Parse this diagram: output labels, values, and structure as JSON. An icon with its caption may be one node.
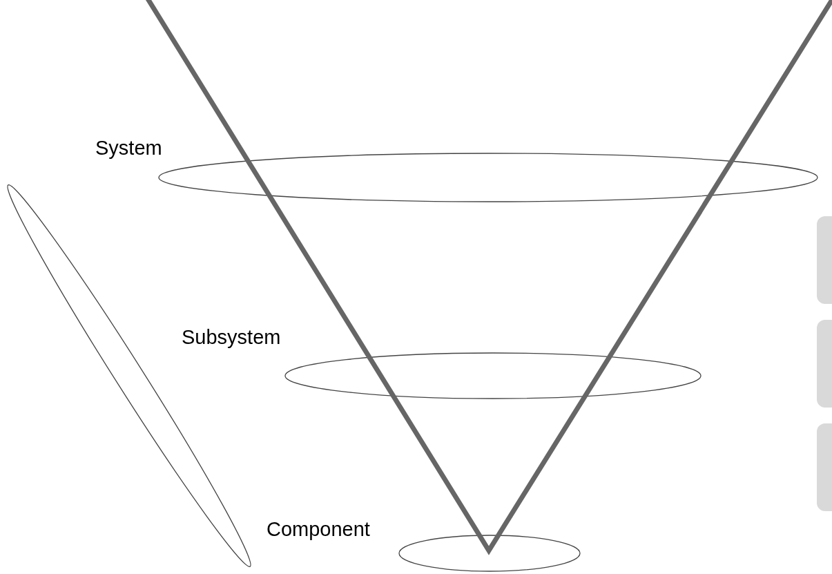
{
  "diagram": {
    "nodes": [
      {
        "text": [
          "System"
        ]
      },
      {
        "text": [
          "Subsystem"
        ]
      },
      {
        "text": [
          "Component"
        ]
      },
      {
        "text": [],
        "shape": "ellipse"
      },
      {
        "text": [],
        "shape": "box"
      },
      {
        "text": [],
        "shape": "box"
      },
      {
        "text": [],
        "shape": "box"
      }
    ]
  }
}
